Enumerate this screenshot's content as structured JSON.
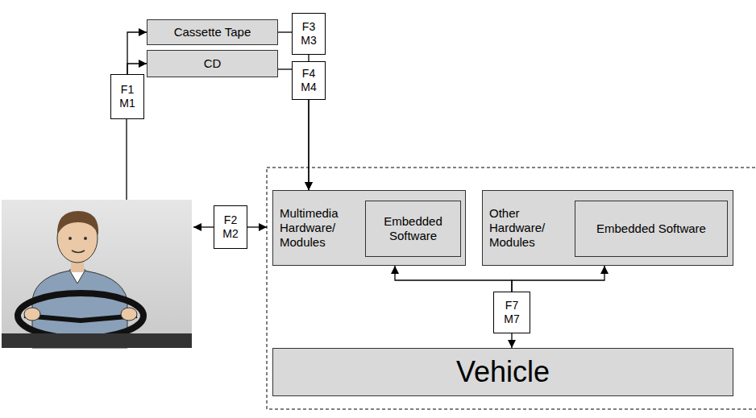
{
  "diagram": {
    "nodes": [
      {
        "text": [
          "Cassette Tape"
        ]
      },
      {
        "text": [
          "F3",
          "M3"
        ]
      },
      {
        "text": [
          "F1",
          "M1"
        ]
      },
      {
        "text": [
          "CD"
        ]
      },
      {
        "text": [
          "F4",
          "M4"
        ]
      },
      {
        "text": [
          "F2",
          "M2"
        ]
      },
      {
        "text": [
          "Multimedia Hardware/ Modules"
        ]
      },
      {
        "text": [
          "Embedded Software"
        ],
        "in": 6
      },
      {
        "text": [
          "Other Hardware/ Modules"
        ]
      },
      {
        "text": [
          "Embedded Software"
        ],
        "in": 8
      },
      {
        "text": [
          "F7",
          "M7"
        ]
      },
      {
        "text": [
          "Vehicle"
        ]
      }
    ],
    "edges": [
      {
        "from": 2,
        "to": 0,
        "arrow": "to"
      },
      {
        "from": 2,
        "to": 3,
        "arrow": "to"
      },
      {
        "from": 0,
        "to": 1,
        "arrow": "none"
      },
      {
        "from": 3,
        "to": 4,
        "arrow": "none"
      },
      {
        "from": 1,
        "to": 6,
        "arrow": "to"
      },
      {
        "from": 4,
        "to": 6,
        "arrow": "to"
      },
      {
        "from": 10,
        "to": 6,
        "arrow": "to"
      },
      {
        "from": 10,
        "to": 8,
        "arrow": "to"
      },
      {
        "from": 10,
        "to": 11,
        "arrow": "to"
      }
    ]
  }
}
